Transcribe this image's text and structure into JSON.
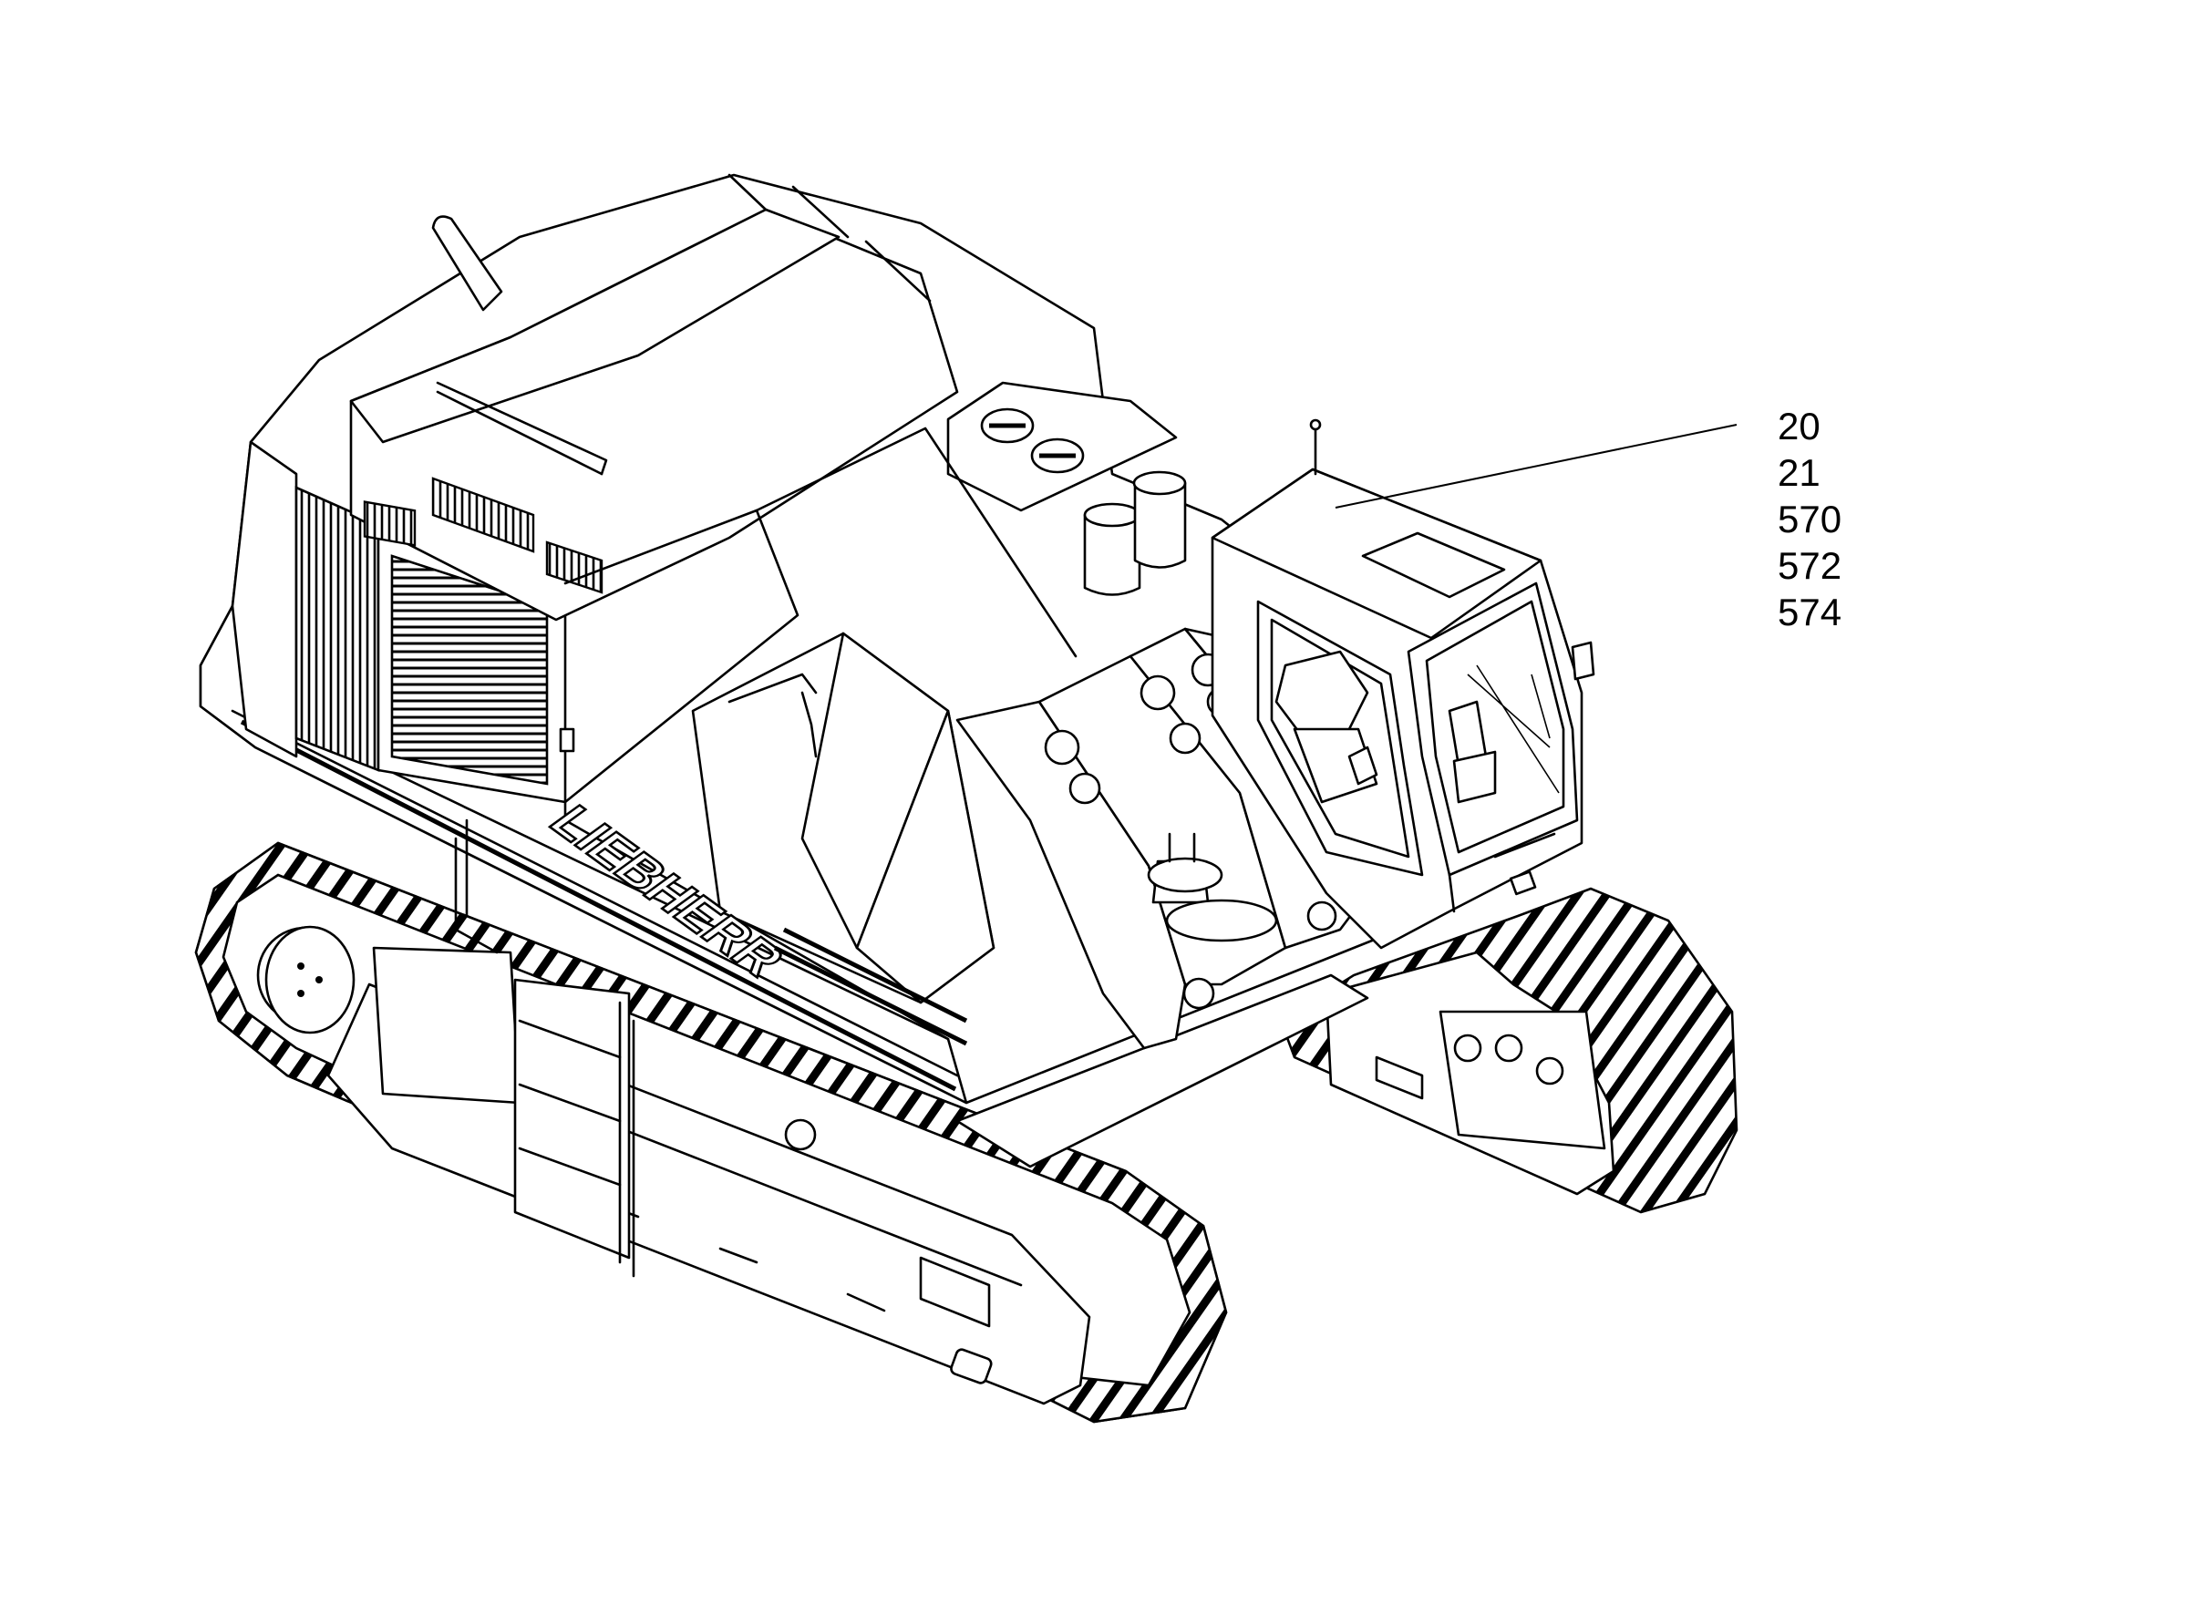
{
  "drawing": {
    "brand_lettering": "LIEBHERR",
    "callouts": [
      "20",
      "21",
      "570",
      "572",
      "574"
    ]
  },
  "colors": {
    "line": "#000000",
    "background": "#ffffff"
  },
  "icons": [
    "excavator-line-drawing"
  ]
}
